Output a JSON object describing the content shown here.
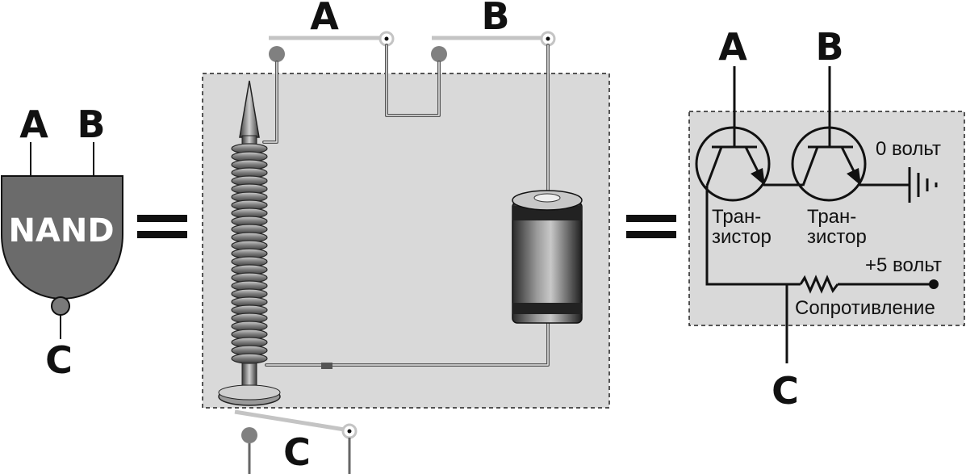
{
  "gate": {
    "name": "NAND",
    "input_a": "A",
    "input_b": "B",
    "output": "C"
  },
  "relay_circuit": {
    "switch_a": "A",
    "switch_b": "B",
    "output_switch": "C"
  },
  "transistor_circuit": {
    "input_a": "A",
    "input_b": "B",
    "output": "C",
    "transistor_1_line1": "Тран-",
    "transistor_1_line2": "зистор",
    "transistor_2_line1": "Тран-",
    "transistor_2_line2": "зистор",
    "ground_label": "0 вольт",
    "supply_label": "+5 вольт",
    "resistor_label": "Сопротивление"
  },
  "colors": {
    "panel_fill": "#d9d9d9",
    "gate_fill": "#6b6b6b",
    "switch_lever": "#c4c4c4",
    "contact_dot": "#808080"
  }
}
